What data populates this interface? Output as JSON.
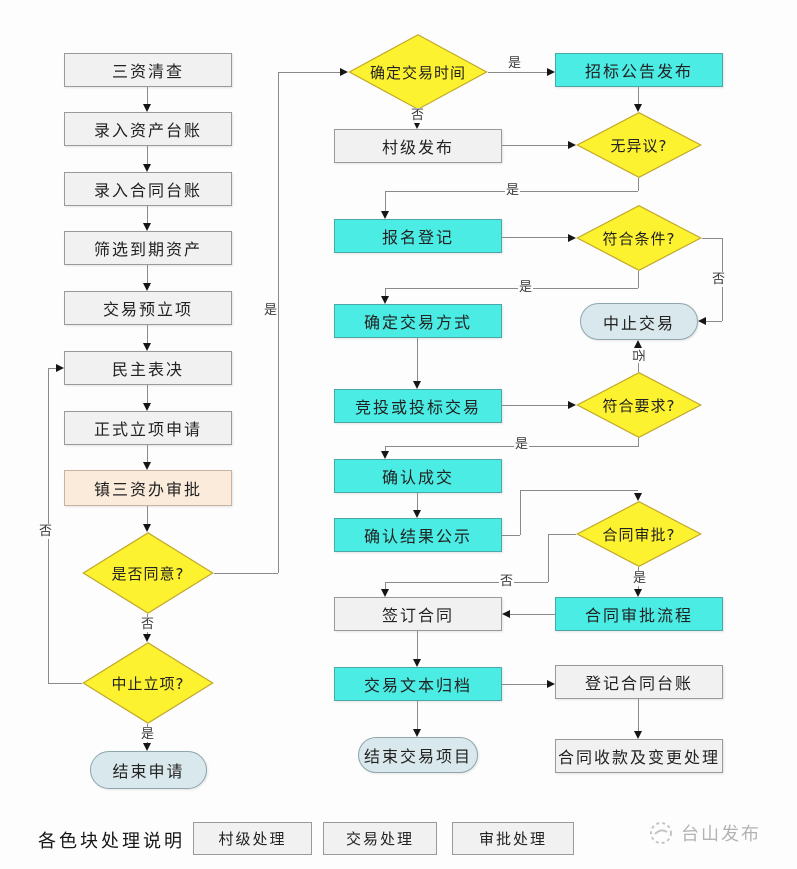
{
  "flowchart": {
    "edge_labels": {
      "yes": "是",
      "no": "否"
    },
    "nodes": {
      "sanzi_qingcha": "三资清查",
      "luru_zichan_taizhang": "录入资产台账",
      "luru_hetong_taizhang": "录入合同台账",
      "shaixuan_daoqi_zichan": "筛选到期资产",
      "jiaoyi_yulixiang": "交易预立项",
      "minzhu_biaojue": "民主表决",
      "zhengshi_lixiang_shenqing": "正式立项申请",
      "zhen_sanziban_shenpi": "镇三资办审批",
      "shifou_tongyi": "是否同意?",
      "zhongzhi_lixiang": "中止立项?",
      "jieshu_shenqing": "结束申请",
      "queding_jiaoyi_shijian": "确定交易时间",
      "zhaobiao_gonggao_fabu": "招标公告发布",
      "cunji_fabu": "村级发布",
      "wu_yiyi": "无异议?",
      "baoming_dengji": "报名登记",
      "fuhe_tiaojian": "符合条件?",
      "zhongzhi_jiaoyi": "中止交易",
      "queding_jiaoyi_fangshi": "确定交易方式",
      "jingtou_toubiao_jiaoyi": "竞投或投标交易",
      "fuhe_yaoqiu": "符合要求?",
      "queren_chengjiao": "确认成交",
      "queren_jieguo_gongshi": "确认结果公示",
      "hetong_shenpi": "合同审批?",
      "qianding_hetong": "签订合同",
      "hetong_shenpi_liucheng": "合同审批流程",
      "jiaoyi_wenben_guidang": "交易文本归档",
      "dengji_hetong_taizhang": "登记合同台账",
      "jieshu_jiaoyi_xiangmu": "结束交易项目",
      "hetong_shoukuan_biangeng": "合同收款及变更处理"
    },
    "colors": {
      "village_fill": "#F1F1F1",
      "trade_fill": "#4AECE4",
      "approval_fill": "#FAEBDB",
      "decision_fill": "#FDF230",
      "terminal_fill": "#D9E8EC",
      "line": "#8A8A8A"
    }
  },
  "legend": {
    "title": "各色块处理说明",
    "items": [
      {
        "label": "村级处理"
      },
      {
        "label": "交易处理"
      },
      {
        "label": "审批处理"
      }
    ]
  },
  "watermark": {
    "text": "台山发布"
  }
}
